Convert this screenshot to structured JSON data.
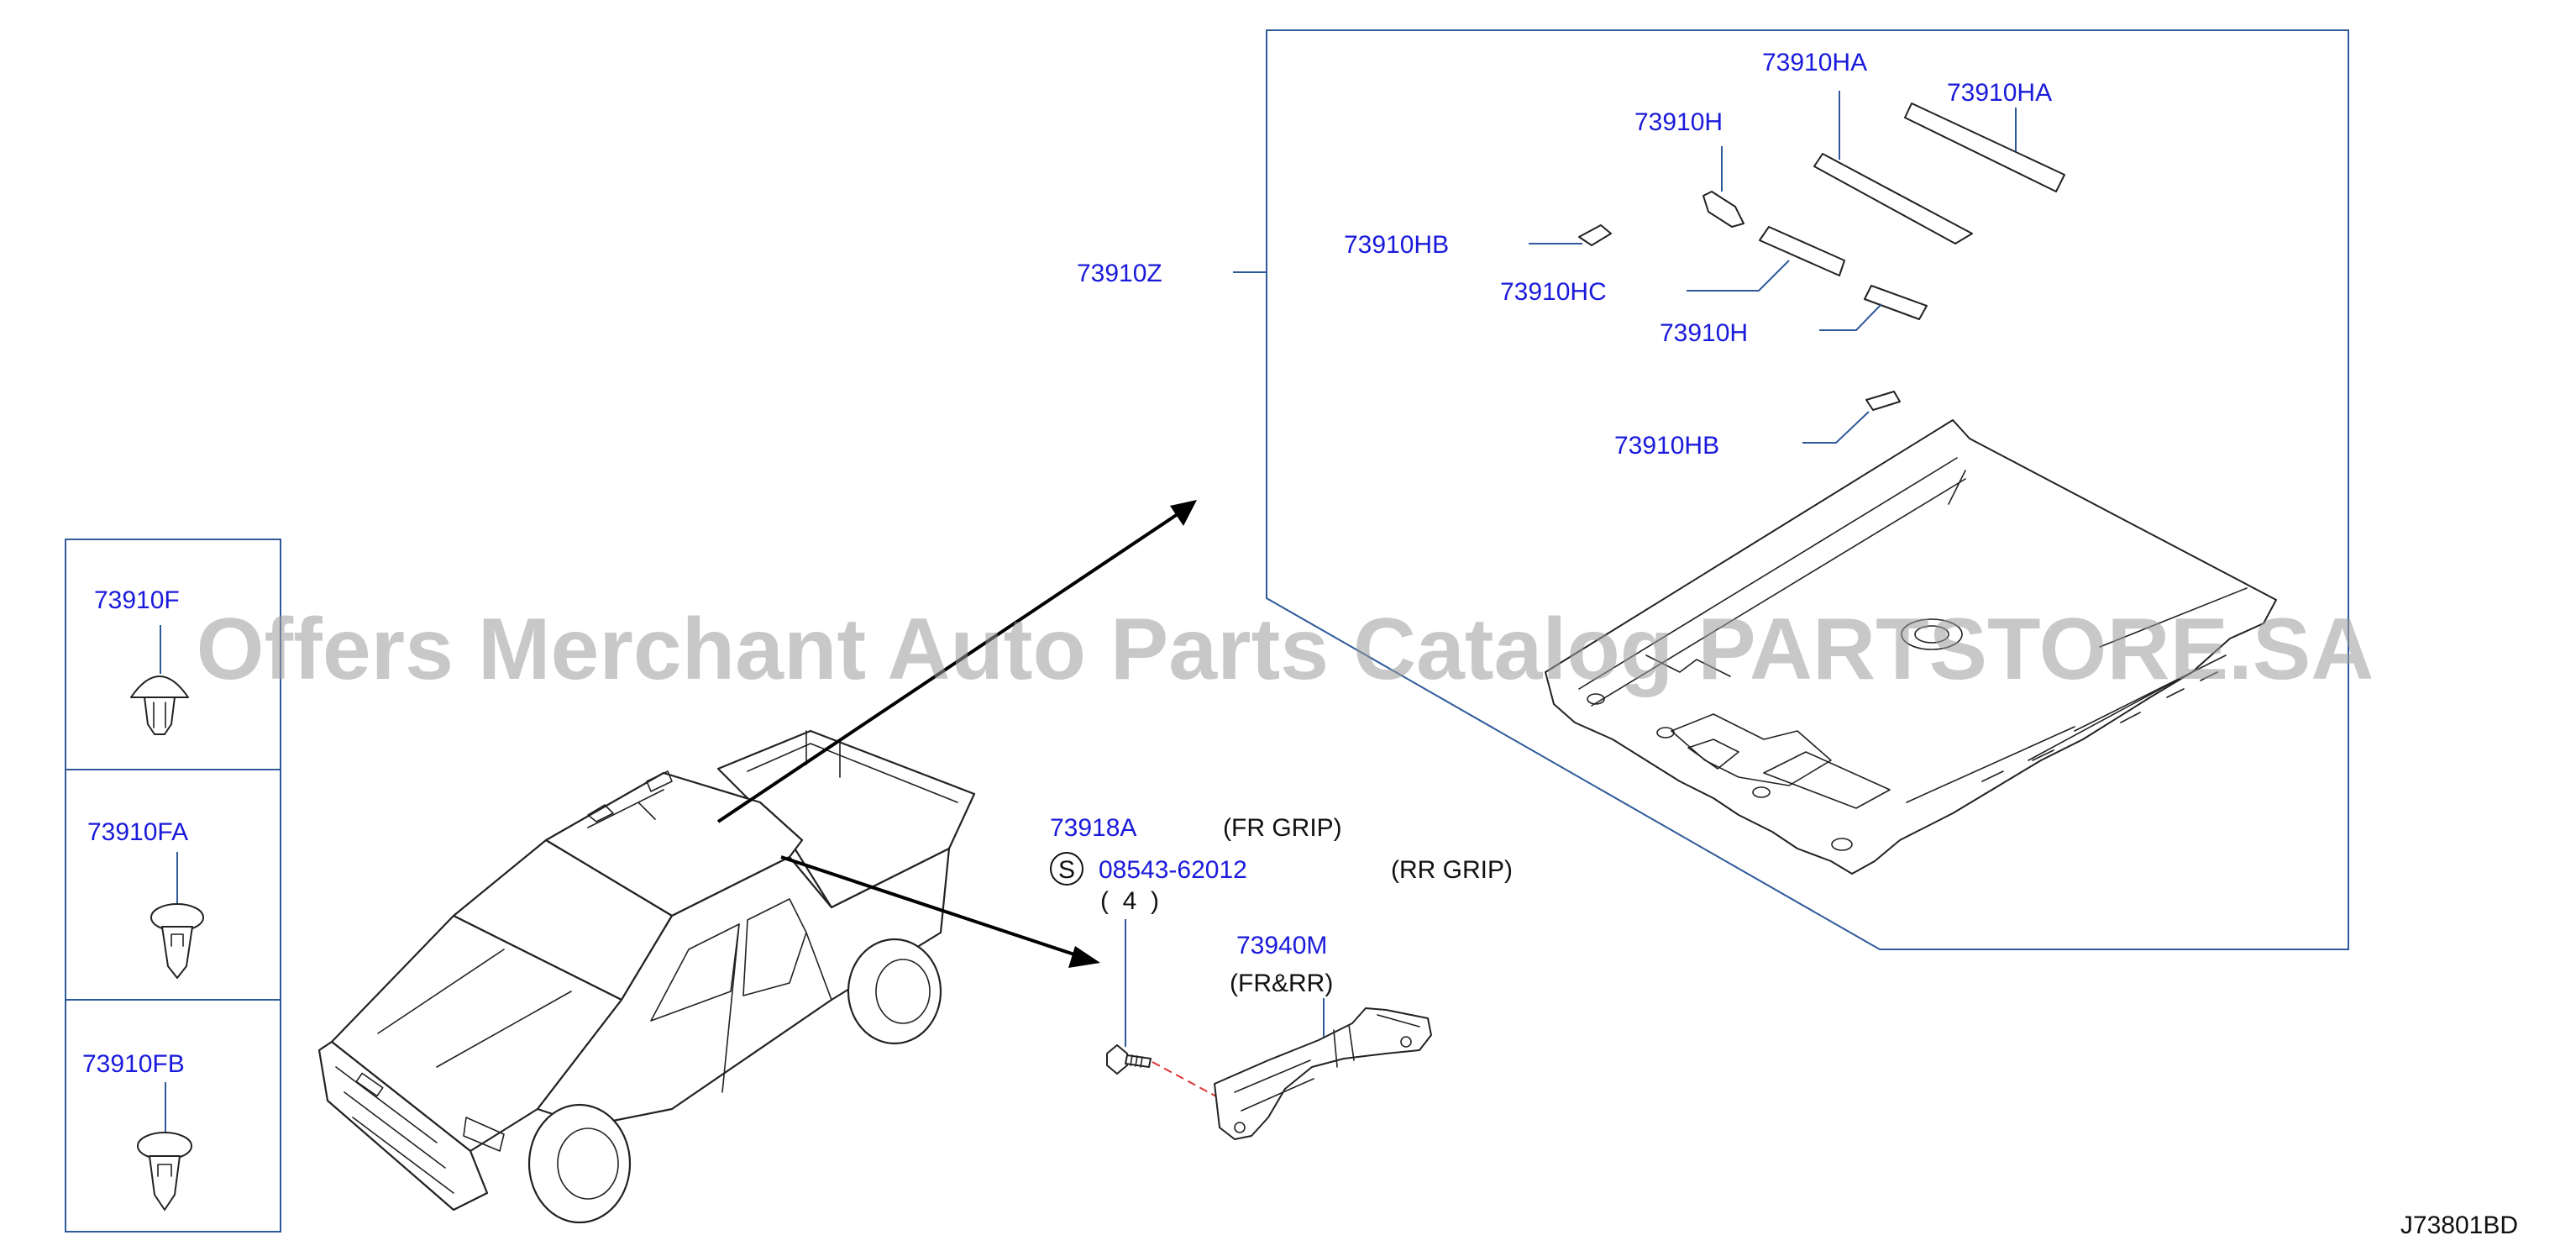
{
  "diagram_code": "J73801BD",
  "watermark": "Offers Merchant Auto Parts Catalog PARTSTORE.SA",
  "callouts": {
    "headlining_assembly": "73910Z",
    "pad_ha_1": "73910HA",
    "pad_ha_2": "73910HA",
    "pad_h_1": "73910H",
    "pad_h_2": "73910H",
    "pad_hb_1": "73910HB",
    "pad_hb_2": "73910HB",
    "pad_hc": "73910HC",
    "clip_f": "73910F",
    "clip_fa": "73910FA",
    "clip_fb": "73910FB",
    "grip_fr": "73918A",
    "grip_fr_note": "(FR   GRIP)",
    "screw_symbol": "S",
    "screw_part": "08543-62012",
    "grip_rr_note": "(RR   GRIP)",
    "screw_qty": "(  4  )",
    "bracket": "73940M",
    "bracket_note": "(FR&RR)"
  },
  "colors": {
    "callout_text": "#1a1adb",
    "frame_line": "#2f5a9a",
    "watermark": "#9a9a9a"
  }
}
